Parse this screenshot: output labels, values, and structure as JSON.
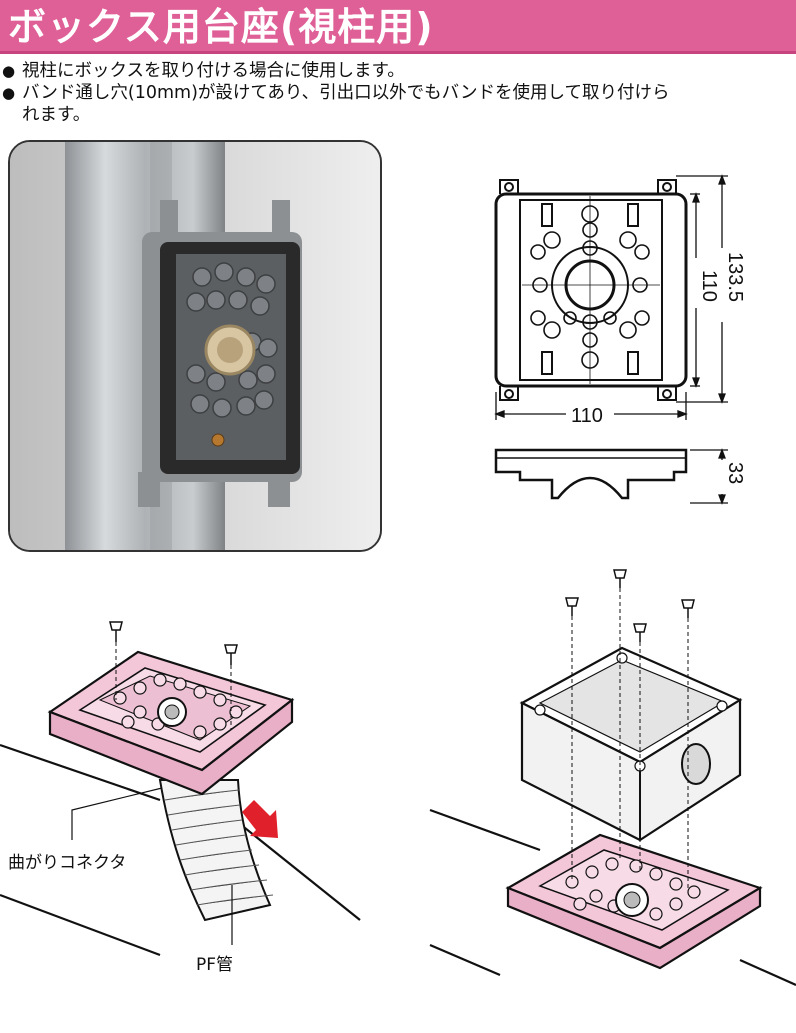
{
  "header": {
    "title": "ボックス用台座(視柱用)",
    "bg_color": "#df5f97"
  },
  "bullets": [
    "視柱にボックスを取り付ける場合に使用します。",
    "バンド通し穴(10mm)が設けてあり、引出口以外でもバンドを使用して取り付けら",
    "れます。"
  ],
  "dimensions": {
    "width": "110",
    "height_inner": "110",
    "height_outer": "133.5",
    "depth": "33"
  },
  "labels": {
    "connector": "曲がりコネクタ",
    "pipe": "PF管"
  },
  "colors": {
    "pink": "#f3c6d8",
    "arrow": "#e0202a"
  }
}
